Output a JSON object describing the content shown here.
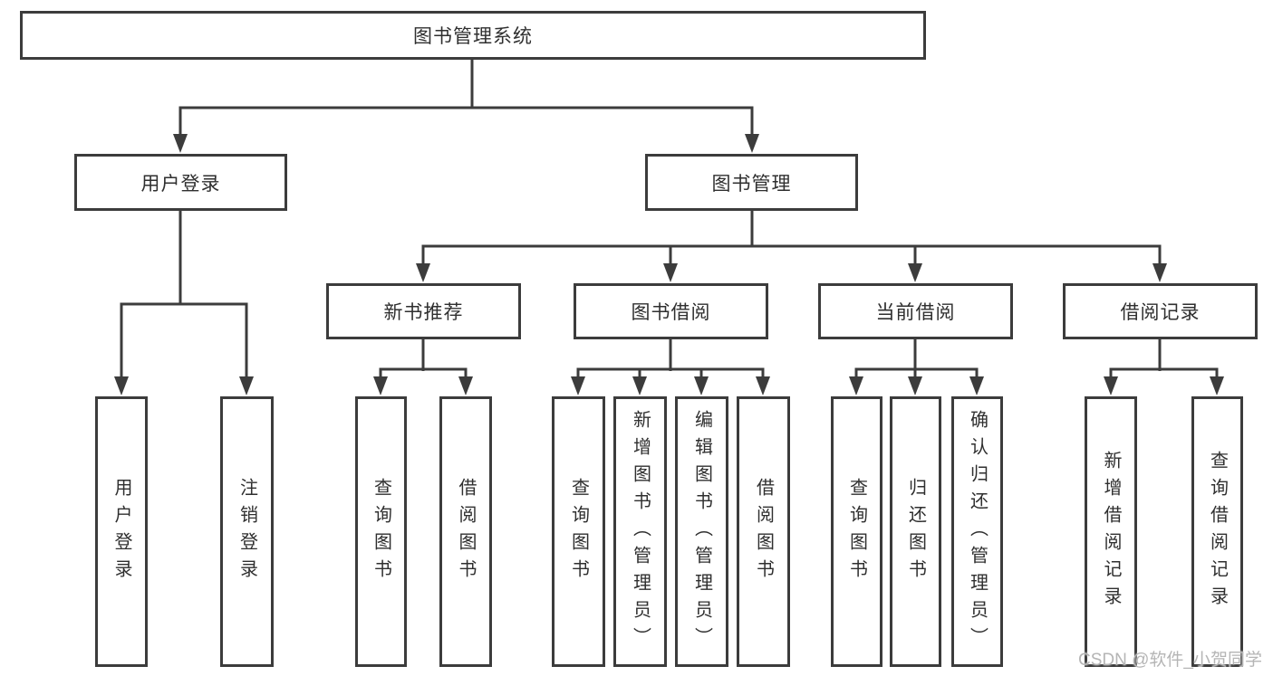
{
  "tree": {
    "root": {
      "label": "图书管理系统"
    },
    "branches": [
      {
        "label": "用户登录",
        "children": [
          {
            "label": "用户登录"
          },
          {
            "label": "注销登录"
          }
        ]
      },
      {
        "label": "图书管理",
        "groups": [
          {
            "label": "新书推荐",
            "children": [
              {
                "label": "查询图书"
              },
              {
                "label": "借阅图书"
              }
            ]
          },
          {
            "label": "图书借阅",
            "children": [
              {
                "label": "查询图书"
              },
              {
                "label": "新增图书（管理员）"
              },
              {
                "label": "编辑图书（管理员）"
              },
              {
                "label": "借阅图书"
              }
            ]
          },
          {
            "label": "当前借阅",
            "children": [
              {
                "label": "查询图书"
              },
              {
                "label": "归还图书"
              },
              {
                "label": "确认归还（管理员）"
              }
            ]
          },
          {
            "label": "借阅记录",
            "children": [
              {
                "label": "新增借阅记录"
              },
              {
                "label": "查询借阅记录"
              }
            ]
          }
        ]
      }
    ]
  },
  "watermark": {
    "text": "CSDN @软件_小贺同学"
  },
  "colors": {
    "line": "#3c3c3c",
    "box_border": "#3c3c3c",
    "text": "#2f2f2f",
    "background": "#ffffff",
    "watermark": "#b5b5b5"
  }
}
